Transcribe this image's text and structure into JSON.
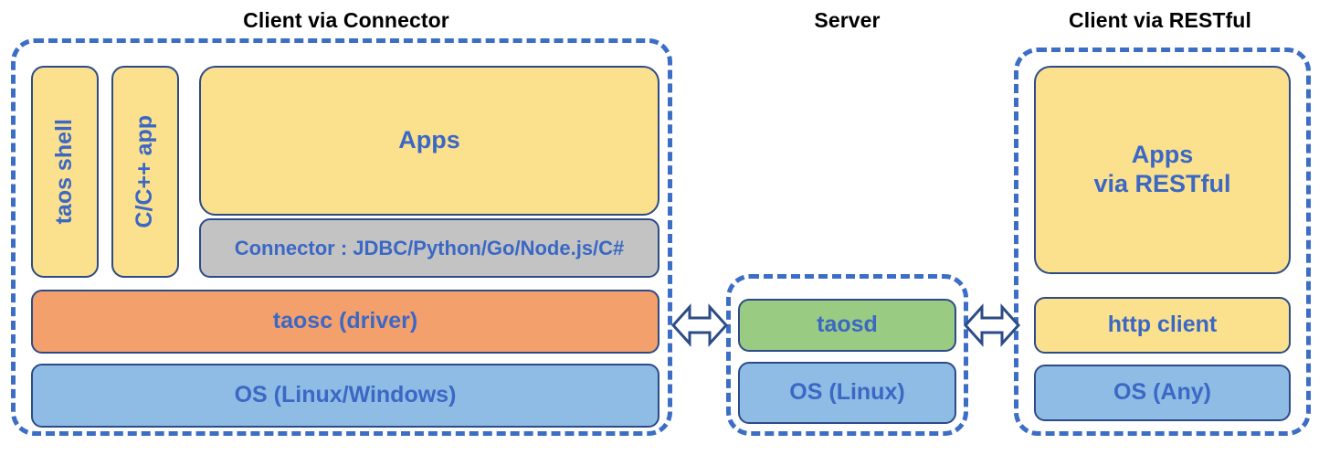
{
  "diagram": {
    "title_connector": "Client via Connector",
    "title_server": "Server",
    "title_restful": "Client via RESTful",
    "colors": {
      "panel_dashed_border": "#3b6ec4",
      "block_border": "#2c4b87",
      "block_text": "#3b68c4",
      "title_text": "#000000",
      "yellow": "#fbe08e",
      "orange": "#f3a06c",
      "blue": "#8fbce4",
      "green": "#9acb83",
      "gray": "#c3c3c3",
      "arrow_stroke": "#2c4b87",
      "arrow_fill": "#ffffff"
    }
  },
  "client_connector": {
    "taos_shell": "taos shell",
    "cpp_app": "C/C++ app",
    "apps": "Apps",
    "connector": "Connector : JDBC/Python/Go/Node.js/C#",
    "taosc": "taosc (driver)",
    "os": "OS (Linux/Windows)"
  },
  "server": {
    "taosd": "taosd",
    "os": "OS (Linux)"
  },
  "client_restful": {
    "apps_line1": "Apps",
    "apps_line2": "via RESTful",
    "http_client": "http client",
    "os": "OS (Any)"
  },
  "arrows": {
    "left_label": "double-headed-arrow",
    "right_label": "double-headed-arrow"
  }
}
